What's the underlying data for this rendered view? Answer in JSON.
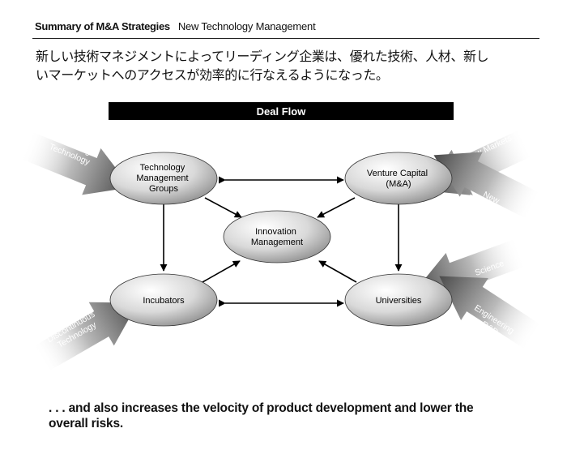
{
  "header": {
    "title": "Summary of M&A Strategies",
    "subtitle": "New Technology Management"
  },
  "intro": {
    "line1": "新しい技術マネジメントによってリーディング企業は、優れた技術、人材、新し",
    "line2": "いマーケットへのアクセスが効率的に行なえるようになった。"
  },
  "diagram": {
    "deal_flow": "Deal Flow",
    "nodes": {
      "tmg": [
        "Technology",
        "Management",
        "Groups"
      ],
      "vc": [
        "Venture Capital",
        "(M&A)"
      ],
      "innovation": [
        "Innovation",
        "Management"
      ],
      "incubators": [
        "Incubators"
      ],
      "universities": [
        "Universities"
      ]
    },
    "inputs": {
      "sustaining": [
        "Sustaining",
        "Technology"
      ],
      "new_markets": [
        "New Markets"
      ],
      "new_tech": [
        "New",
        "Technology"
      ],
      "discontinuous": [
        "Discontinuous",
        "Technology"
      ],
      "science": [
        "Science"
      ],
      "engineering": [
        "Engineering",
        "R&D"
      ]
    }
  },
  "footer": {
    "line1": ". . . and also increases the velocity of product development and lower the",
    "line2": "overall risks."
  }
}
